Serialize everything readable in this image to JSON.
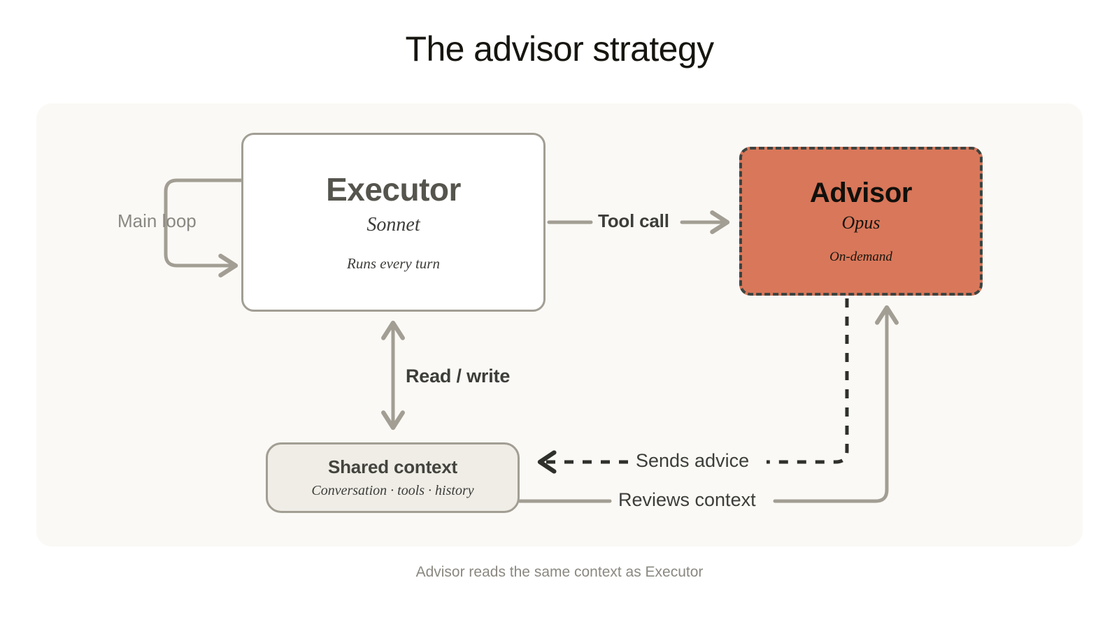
{
  "title": "The advisor strategy",
  "caption": "Advisor reads the same context as Executor",
  "colors": {
    "page_background": "#FFFFFF",
    "panel_background": "#FAF9F5",
    "advisor_fill": "#D9775A",
    "advisor_border": "#3D4440",
    "executor_fill": "#FFFFFF",
    "box_border": "#A29E94",
    "context_fill": "#EFEDE6",
    "connector": "#A29E94",
    "dashed_connector": "#3D3D3A",
    "title_text": "#16150F",
    "label_text": "#3D3D3A",
    "muted_text": "#8A8880"
  },
  "nodes": {
    "executor": {
      "name": "Executor",
      "model": "Sonnet",
      "note": "Runs every turn"
    },
    "advisor": {
      "name": "Advisor",
      "model": "Opus",
      "note": "On-demand"
    },
    "shared_context": {
      "name": "Shared context",
      "detail": "Conversation · tools · history"
    }
  },
  "edges": {
    "main_loop": {
      "label": "Main loop",
      "from": "executor",
      "to": "executor",
      "style": "solid",
      "arrow": "single"
    },
    "tool_call": {
      "label": "Tool call",
      "from": "executor",
      "to": "advisor",
      "style": "solid",
      "arrow": "single"
    },
    "read_write": {
      "label": "Read / write",
      "from": "executor",
      "to": "shared_context",
      "style": "solid",
      "arrow": "double"
    },
    "sends_advice": {
      "label": "Sends advice",
      "from": "advisor",
      "to": "shared_context",
      "style": "dashed",
      "arrow": "single"
    },
    "reviews_context": {
      "label": "Reviews context",
      "from": "shared_context",
      "to": "advisor",
      "style": "solid",
      "arrow": "single"
    }
  }
}
